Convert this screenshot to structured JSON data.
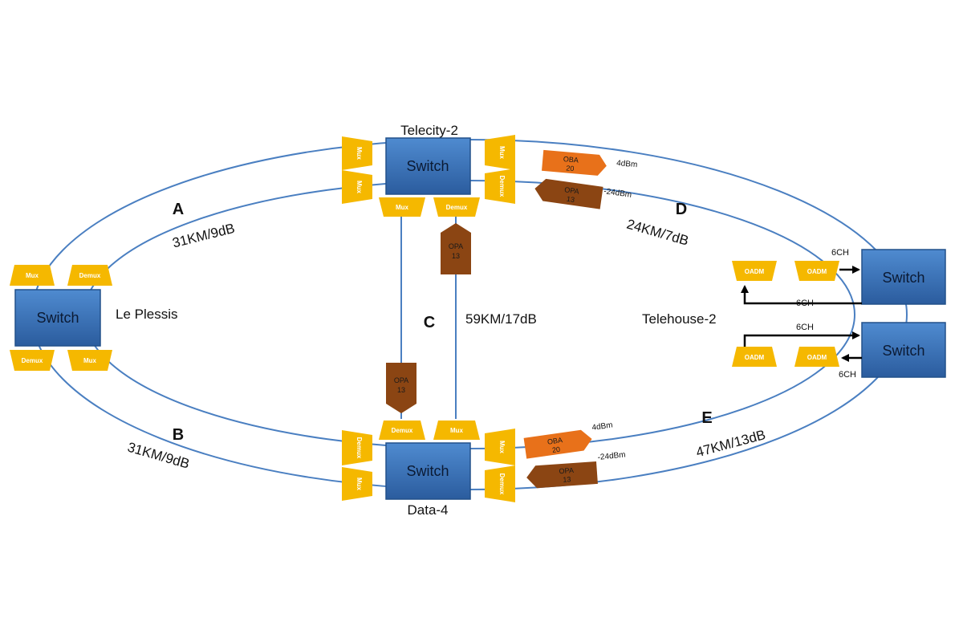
{
  "sites": {
    "telecity": "Telecity-2",
    "data4": "Data-4",
    "le_plessis": "Le Plessis",
    "telehouse": "Telehouse-2"
  },
  "switch_label": "Switch",
  "links": {
    "a": {
      "id": "A",
      "spec": "31KM/9dB"
    },
    "b": {
      "id": "B",
      "spec": "31KM/9dB"
    },
    "c": {
      "id": "C",
      "spec": "59KM/17dB"
    },
    "d": {
      "id": "D",
      "spec": "24KM/7dB"
    },
    "e": {
      "id": "E",
      "spec": "47KM/13dB"
    }
  },
  "device_labels": {
    "mux": "Mux",
    "demux": "Demux",
    "oadm": "OADM"
  },
  "amplifiers": {
    "oba_top": {
      "name": "OBA",
      "value": "20"
    },
    "opa_top": {
      "name": "OPA",
      "value": "13"
    },
    "opa_c_top": {
      "name": "OPA",
      "value": "13"
    },
    "opa_c_bottom": {
      "name": "OPA",
      "value": "13"
    },
    "oba_bottom": {
      "name": "OBA",
      "value": "20"
    },
    "opa_bottom": {
      "name": "OPA",
      "value": "13"
    }
  },
  "power_levels": {
    "top_out": "4dBm",
    "top_in": "-24dBm",
    "bottom_out": "4dBm",
    "bottom_in": "-24dBm"
  },
  "channels": {
    "ch1": "6CH",
    "ch2": "6CH",
    "ch3": "6CH",
    "ch4": "6CH"
  },
  "colors": {
    "fiber": "#4a7fc1",
    "switch": "#3b73b9",
    "trapezoid": "#f5b800",
    "oba": "#e8711a",
    "opa": "#8b4513",
    "arrow": "#000000"
  }
}
